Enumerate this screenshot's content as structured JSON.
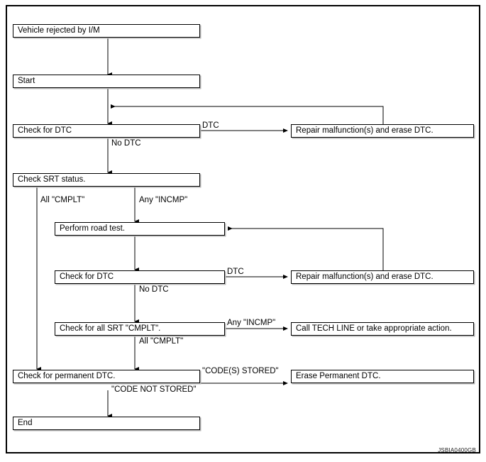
{
  "figure": {
    "id_code": "JSBIA0400GB",
    "nodes": [
      {
        "key": "vehicle_rejected",
        "label": "Vehicle rejected by I/M"
      },
      {
        "key": "start",
        "label": "Start"
      },
      {
        "key": "check_dtc_1",
        "label": "Check for DTC"
      },
      {
        "key": "repair_1",
        "label": "Repair malfunction(s) and erase DTC."
      },
      {
        "key": "check_srt",
        "label": "Check SRT status."
      },
      {
        "key": "road_test",
        "label": "Perform road test."
      },
      {
        "key": "check_dtc_2",
        "label": "Check for DTC"
      },
      {
        "key": "repair_2",
        "label": "Repair malfunction(s) and erase DTC."
      },
      {
        "key": "check_all_srt",
        "label": "Check for all SRT \"CMPLT\"."
      },
      {
        "key": "tech_line",
        "label": "Call TECH LINE or take appropriate action."
      },
      {
        "key": "check_perm_dtc",
        "label": "Check for permanent DTC."
      },
      {
        "key": "erase_perm_dtc",
        "label": "Erase Permanent DTC."
      },
      {
        "key": "end",
        "label": "End"
      }
    ],
    "edge_labels": [
      {
        "key": "dtc_1",
        "label": "DTC"
      },
      {
        "key": "no_dtc_1",
        "label": "No DTC"
      },
      {
        "key": "all_cmplt_1",
        "label": "All \"CMPLT\""
      },
      {
        "key": "any_incmp_1",
        "label": "Any \"INCMP\""
      },
      {
        "key": "dtc_2",
        "label": "DTC"
      },
      {
        "key": "no_dtc_2",
        "label": "No DTC"
      },
      {
        "key": "any_incmp_2",
        "label": "Any \"INCMP\""
      },
      {
        "key": "all_cmplt_2",
        "label": "All \"CMPLT\""
      },
      {
        "key": "codes_stored",
        "label": "\"CODE(S) STORED\""
      },
      {
        "key": "code_not_stored",
        "label": "\"CODE NOT STORED\""
      }
    ]
  }
}
